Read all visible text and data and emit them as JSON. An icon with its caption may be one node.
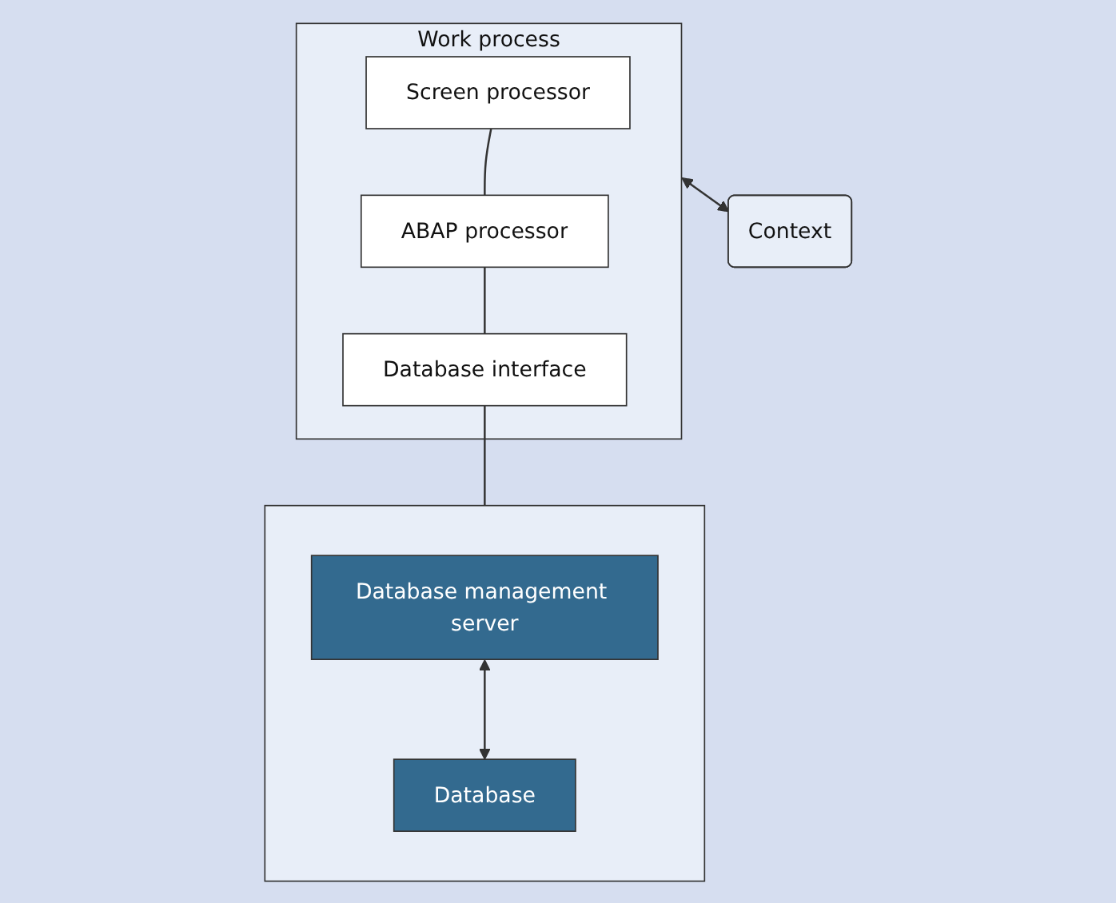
{
  "diagram": {
    "nodes": [
      {
        "text": [
          "Work process"
        ]
      },
      {
        "text": [
          "Screen processor"
        ],
        "in": 0
      },
      {
        "text": [
          "ABAP processor"
        ],
        "in": 0
      },
      {
        "text": [
          "Database interface"
        ],
        "in": 0
      },
      {
        "text": [
          "Context"
        ]
      },
      {
        "text": [],
        "shape": "box"
      },
      {
        "text": [
          "Database management server"
        ],
        "in": 5
      },
      {
        "text": [
          "Database"
        ],
        "in": 5
      }
    ],
    "edges": [
      {
        "from": 1,
        "to": 2,
        "arrow": "none"
      },
      {
        "from": 2,
        "to": 3,
        "arrow": "none"
      },
      {
        "from": 3,
        "to": 5,
        "arrow": "none"
      },
      {
        "from": 0,
        "to": 4,
        "arrow": "both"
      },
      {
        "from": 6,
        "to": 7,
        "arrow": "both"
      }
    ]
  }
}
